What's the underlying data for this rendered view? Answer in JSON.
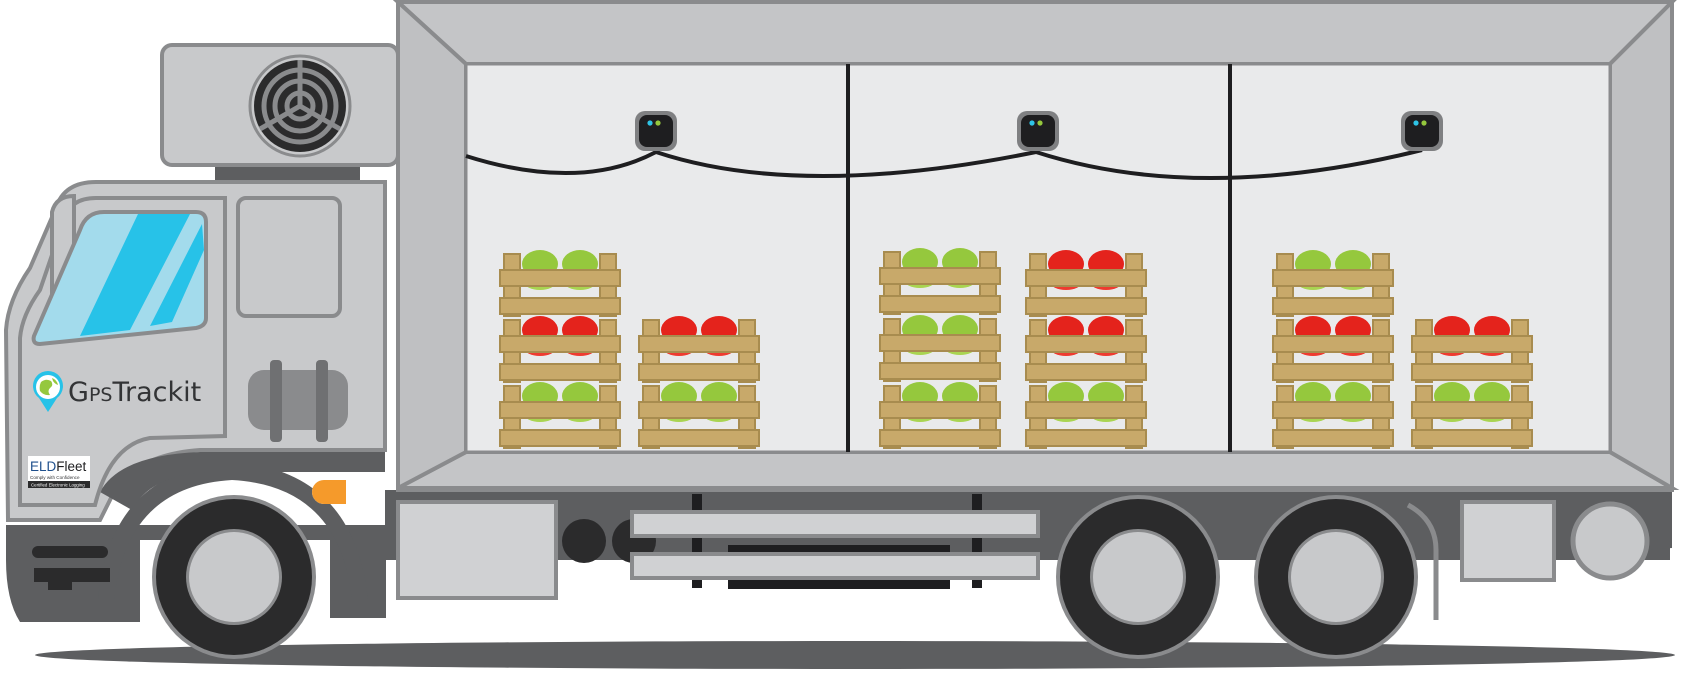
{
  "brand": {
    "name_prefix": "G",
    "name_small": "PS",
    "name_suffix": "Trackit"
  },
  "eld_badge": {
    "eld": "ELD",
    "fleet": "Fleet",
    "tagline": "Comply with Confidence",
    "subline": "Certified Electronic Logging"
  },
  "colors": {
    "body": "#c8c9cb",
    "outline": "#8a8b8d",
    "dark": "#5d5e60",
    "tire": "#2b2b2c",
    "window": "#27c2e8",
    "interior": "#e9eaeb",
    "crate": "#c8a96a",
    "crate_dark": "#a88c4f",
    "apple_green": "#95c83d",
    "apple_red": "#e4231c",
    "light_orange": "#f59a2b",
    "sensor_led": "#2ec4e6"
  },
  "icons": [
    "globe-pin-icon",
    "fan-icon",
    "sensor-icon"
  ]
}
